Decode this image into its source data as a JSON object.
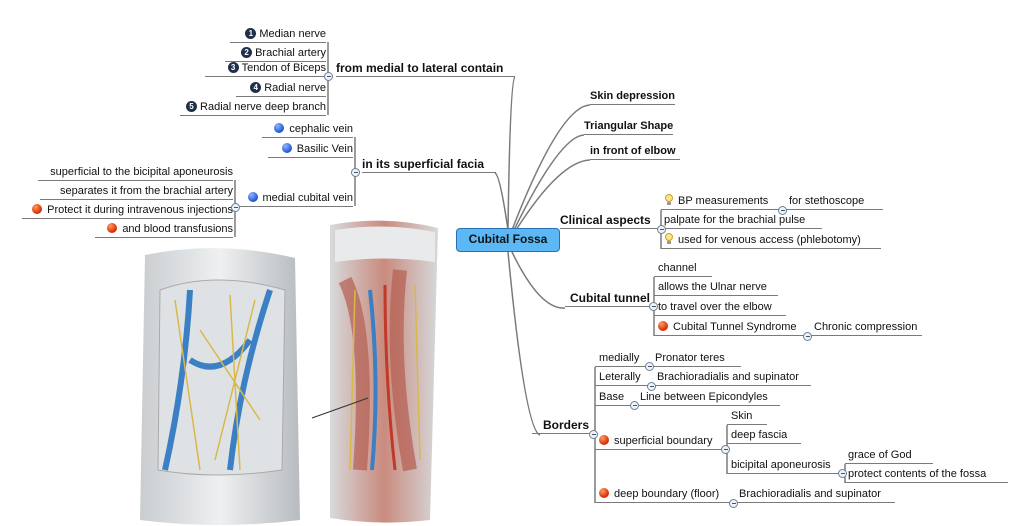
{
  "central_topic": "Cubital Fossa",
  "left": {
    "contents": {
      "label": "from medial to lateral contain",
      "items": [
        {
          "num": "1",
          "label": "Median nerve"
        },
        {
          "num": "2",
          "label": "Brachial artery"
        },
        {
          "num": "3",
          "label": "Tendon of Biceps"
        },
        {
          "num": "4",
          "label": "Radial nerve"
        },
        {
          "num": "5",
          "label": "Radial nerve deep branch"
        }
      ]
    },
    "superficial": {
      "label": "in its superficial facia",
      "items": [
        {
          "label": "cephalic vein",
          "icon": "blue-dot"
        },
        {
          "label": "Basilic Vein",
          "icon": "blue-dot"
        },
        {
          "label": "medial cubital vein",
          "icon": "blue-dot",
          "children": [
            {
              "label": "superficial to the bicipital aponeurosis"
            },
            {
              "label": "separates it from the brachial artery"
            },
            {
              "label": "Protect it during intravenous injections",
              "icon": "red-dot"
            },
            {
              "label": "and blood transfusions",
              "icon": "red-dot"
            }
          ]
        }
      ]
    }
  },
  "right": {
    "simple": [
      "Skin depression",
      "Triangular Shape",
      "in front of elbow"
    ],
    "clinical": {
      "label": "Clinical aspects",
      "items": [
        {
          "label": "BP measurements",
          "icon": "lightbulb",
          "child": "for stethoscope"
        },
        {
          "label": "palpate for the brachial pulse"
        },
        {
          "label": "used for venous access (phlebotomy)",
          "icon": "lightbulb"
        }
      ]
    },
    "tunnel": {
      "label": "Cubital tunnel",
      "items": [
        {
          "label": "channel"
        },
        {
          "label": "allows the Ulnar nerve"
        },
        {
          "label": "to travel over the elbow"
        },
        {
          "label": "Cubital Tunnel Syndrome",
          "icon": "red-dot",
          "child": "Chronic compression"
        }
      ]
    },
    "borders": {
      "label": "Borders",
      "items": [
        {
          "label": "medially",
          "child": "Pronator teres"
        },
        {
          "label": "Leterally",
          "child": "Brachioradialis and supinator"
        },
        {
          "label": "Base",
          "child": "Line between Epicondyles"
        },
        {
          "label": "superficial boundary",
          "icon": "red-dot",
          "children": [
            "Skin",
            "deep fascia",
            "bicipital aponeurosis"
          ],
          "grandchildren": [
            "grace of God",
            "protect contents of the fossa"
          ]
        },
        {
          "label": "deep boundary (floor)",
          "icon": "red-dot",
          "child": "Brachioradialis and supinator"
        }
      ]
    }
  },
  "colors": {
    "central": "#5bb8f5",
    "line": "#7a7a7a"
  }
}
